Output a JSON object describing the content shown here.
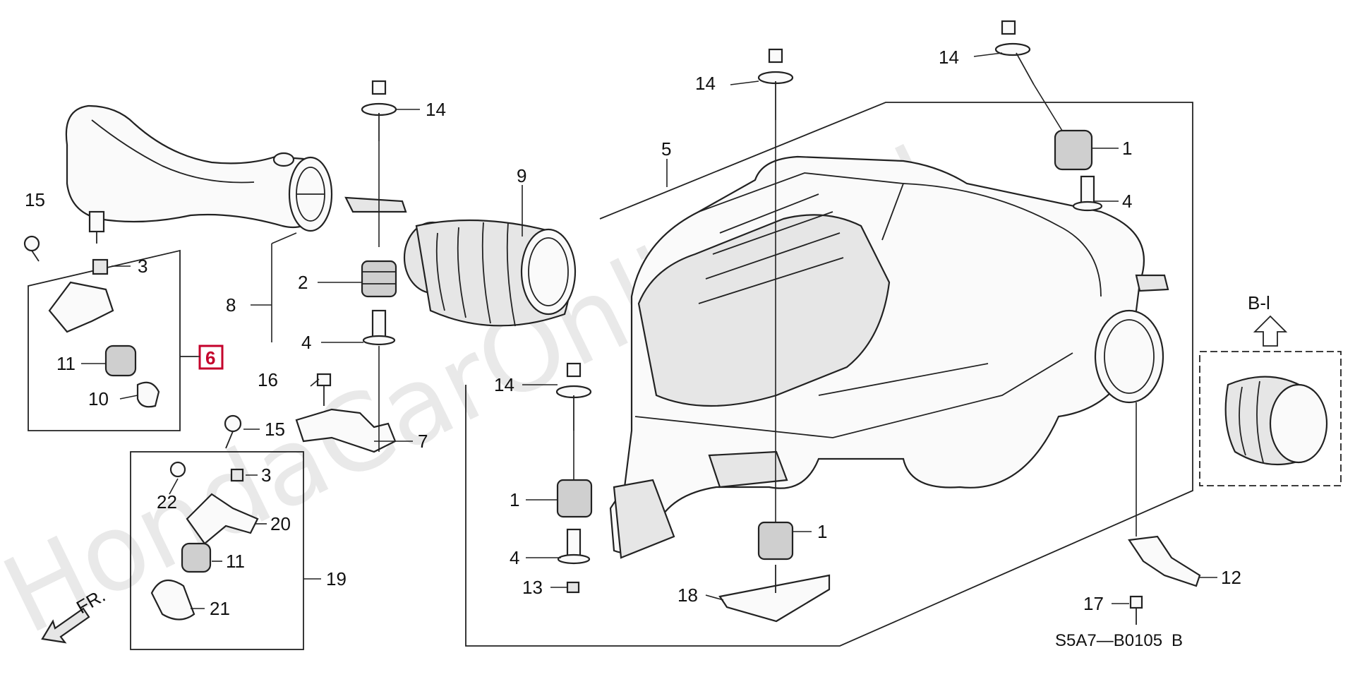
{
  "watermark": "HondaCarOnline.ru",
  "diagram_code": "S5A7—B0105",
  "diagram_code_suffix": "B",
  "front_label": "FR.",
  "view_label": "B-l",
  "callouts": {
    "c1a": "1",
    "c1b": "1",
    "c1c": "1",
    "c2": "2",
    "c3a": "3",
    "c3b": "3",
    "c4a": "4",
    "c4b": "4",
    "c4c": "4",
    "c5": "5",
    "c6": "6",
    "c7": "7",
    "c8": "8",
    "c9": "9",
    "c10": "10",
    "c11a": "11",
    "c11b": "11",
    "c12": "12",
    "c13": "13",
    "c14a": "14",
    "c14b": "14",
    "c14c": "14",
    "c14d": "14",
    "c15a": "15",
    "c15b": "15",
    "c16": "16",
    "c17": "17",
    "c18": "18",
    "c19": "19",
    "c20": "20",
    "c21": "21",
    "c22": "22"
  }
}
